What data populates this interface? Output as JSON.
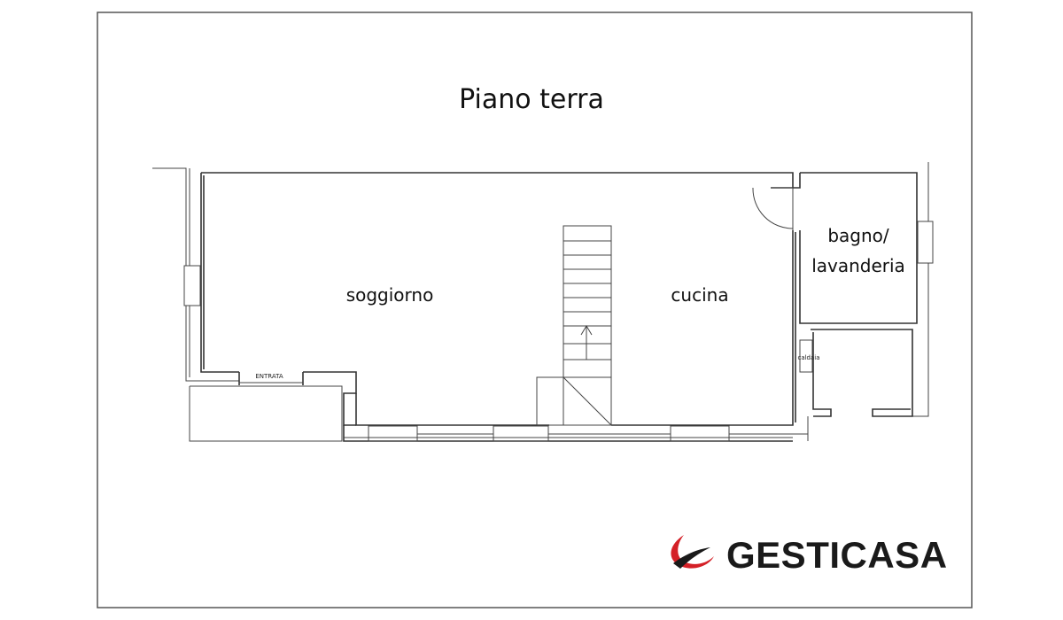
{
  "title": "Piano terra",
  "rooms": {
    "living": "soggiorno",
    "kitchen": "cucina",
    "bath_line1": "bagno/",
    "bath_line2": "lavanderia"
  },
  "labels": {
    "entrance": "ENTRATA",
    "boiler": "caldaia"
  },
  "brand": {
    "name": "GESTICASA",
    "accent": "#d42027",
    "text_color": "#1a1a1a"
  }
}
